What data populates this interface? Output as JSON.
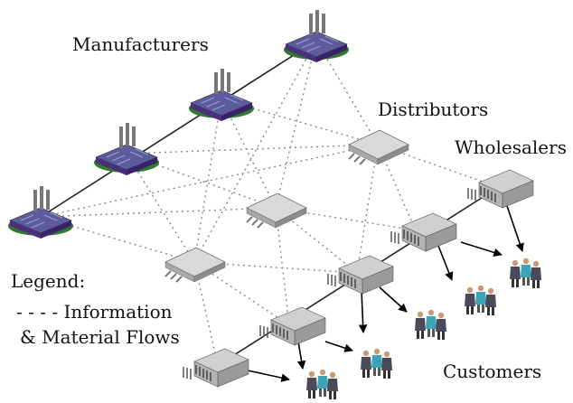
{
  "labels": {
    "manufacturers": "Manufacturers",
    "distributors": "Distributors",
    "wholesalers": "Wholesalers",
    "customers": "Customers"
  },
  "legend": {
    "title": "Legend:",
    "line_key": "- - - - Information",
    "line_key_2": "& Material Flows"
  },
  "colors": {
    "factory_wall": "#4a2f7a",
    "factory_roof": "#5c5c9c",
    "factory_base": "#2f7a2f",
    "warehouse": "#b8b8b8",
    "wholesaler": "#a0a0a0",
    "person_suit": "#4a4a5a",
    "person_alt": "#3aa5b5",
    "flow_line": "#888888"
  },
  "icons": {
    "manufacturer": "factory-icon",
    "distributor": "warehouse-icon",
    "wholesaler": "wholesaler-building-icon",
    "customer": "customer-group-icon"
  }
}
